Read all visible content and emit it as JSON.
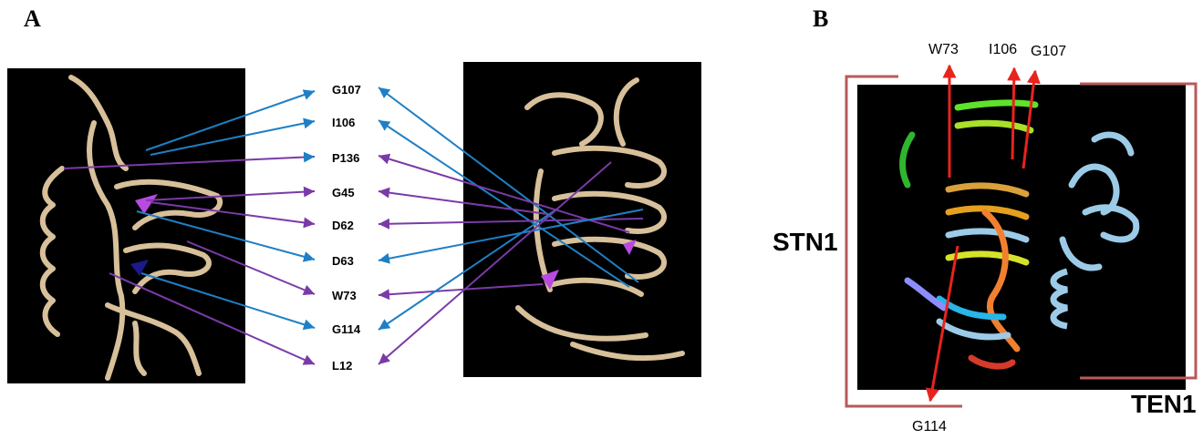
{
  "panels": {
    "a_letter": "A",
    "b_letter": "B"
  },
  "panel_a": {
    "residue_labels": [
      "G107",
      "I106",
      "P136",
      "G45",
      "D62",
      "D63",
      "W73",
      "G114",
      "L12"
    ]
  },
  "panel_b": {
    "top_labels": [
      "W73",
      "I106",
      "G107"
    ],
    "bottom_label": "G114",
    "stn1_label": "STN1",
    "ten1_label": "TEN1"
  },
  "colors": {
    "blue_arrow": "#1f7fc4",
    "purple_arrow": "#7a3aa8",
    "red_arrow": "#e8231e",
    "bracket": "#b85a5a",
    "ribbon_tan": "#d7c09a",
    "ribbon_lightblue": "#9cc9e6"
  }
}
